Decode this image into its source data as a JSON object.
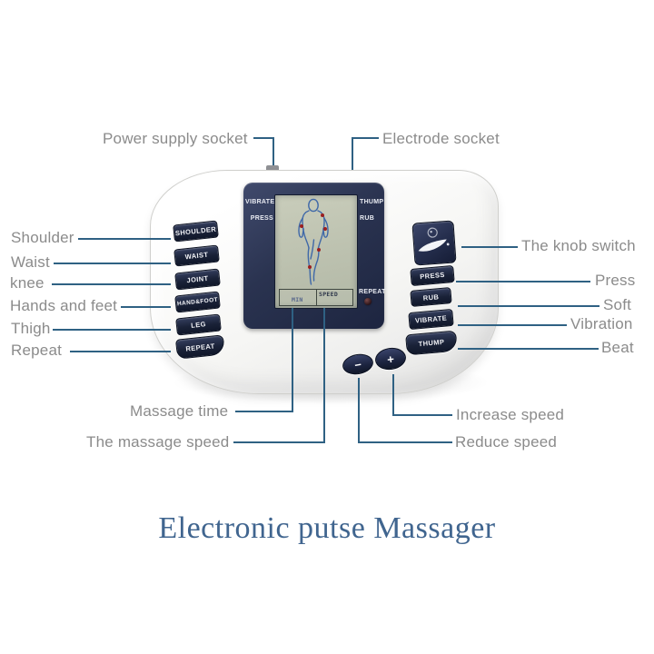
{
  "page": {
    "caption": "Electronic putse Massager",
    "background": "#ffffff"
  },
  "colors": {
    "callout_text": "#8b8b8b",
    "callout_line": "#2f6183",
    "device_button": "#1a2238",
    "screen_bezel": "#2a3350",
    "lcd": "#bcc1af",
    "caption_text": "#40658f",
    "acupoint_red": "#9c1f1f",
    "figure_blue": "#3f68a8"
  },
  "callouts": {
    "power_supply": {
      "label": "Power supply socket"
    },
    "electrode": {
      "label": "Electrode socket"
    },
    "left": [
      {
        "label": "Shoulder"
      },
      {
        "label": "Waist"
      },
      {
        "label": "knee"
      },
      {
        "label": "Hands and feet"
      },
      {
        "label": "Thigh"
      },
      {
        "label": "Repeat"
      }
    ],
    "right": [
      {
        "label": "The knob switch"
      },
      {
        "label": "Press"
      },
      {
        "label": "Soft"
      },
      {
        "label": "Vibration"
      },
      {
        "label": "Beat"
      }
    ],
    "bottom": [
      {
        "label": "Massage time"
      },
      {
        "label": "The massage speed"
      },
      {
        "label": "Increase speed"
      },
      {
        "label": "Reduce speed"
      }
    ]
  },
  "device": {
    "screen": {
      "left_labels": [
        "VIBRATE",
        "PRESS"
      ],
      "right_labels": [
        "THUMP",
        "RUB"
      ],
      "repeat_label": "REPEAT",
      "min_label": "MIN",
      "speed_label": "SPEED"
    },
    "body_buttons": [
      "SHOULDER",
      "WAIST",
      "JOINT",
      "HAND&FOOT",
      "LEG",
      "REPEAT"
    ],
    "mode_buttons": [
      "PRESS",
      "RUB",
      "VIBRATE",
      "THUMP"
    ],
    "decrease_label": "−",
    "increase_label": "+"
  }
}
